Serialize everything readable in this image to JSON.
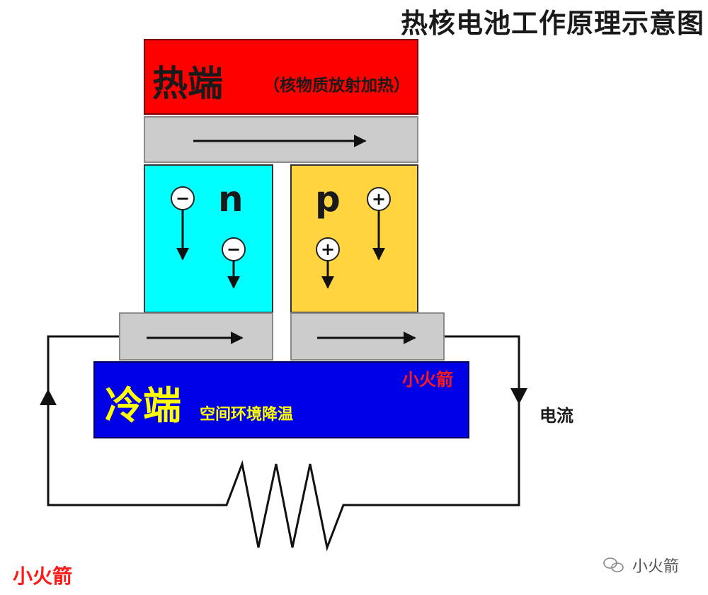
{
  "title": "热核电池工作原理示意图",
  "hot_end": {
    "label": "热端",
    "sublabel": "（核物质放射加热）"
  },
  "n_block": {
    "label": "n",
    "carrier_symbol": "−"
  },
  "p_block": {
    "label": "p",
    "carrier_symbol": "+"
  },
  "cold_end": {
    "label": "冷端",
    "sublabel": "空间环境降温",
    "brand": "小火箭"
  },
  "current_label": "电流",
  "brand_bottom": "小火箭",
  "watermark": {
    "icon": "wechat-icon",
    "text": "小火箭"
  },
  "colors": {
    "hot": "#ff0000",
    "n_type": "#00ffff",
    "p_type": "#ffd43f",
    "cold": "#0000e6",
    "plate": "#cccccc",
    "cold_text": "#ffff00",
    "brand": "#ff1a1a"
  }
}
